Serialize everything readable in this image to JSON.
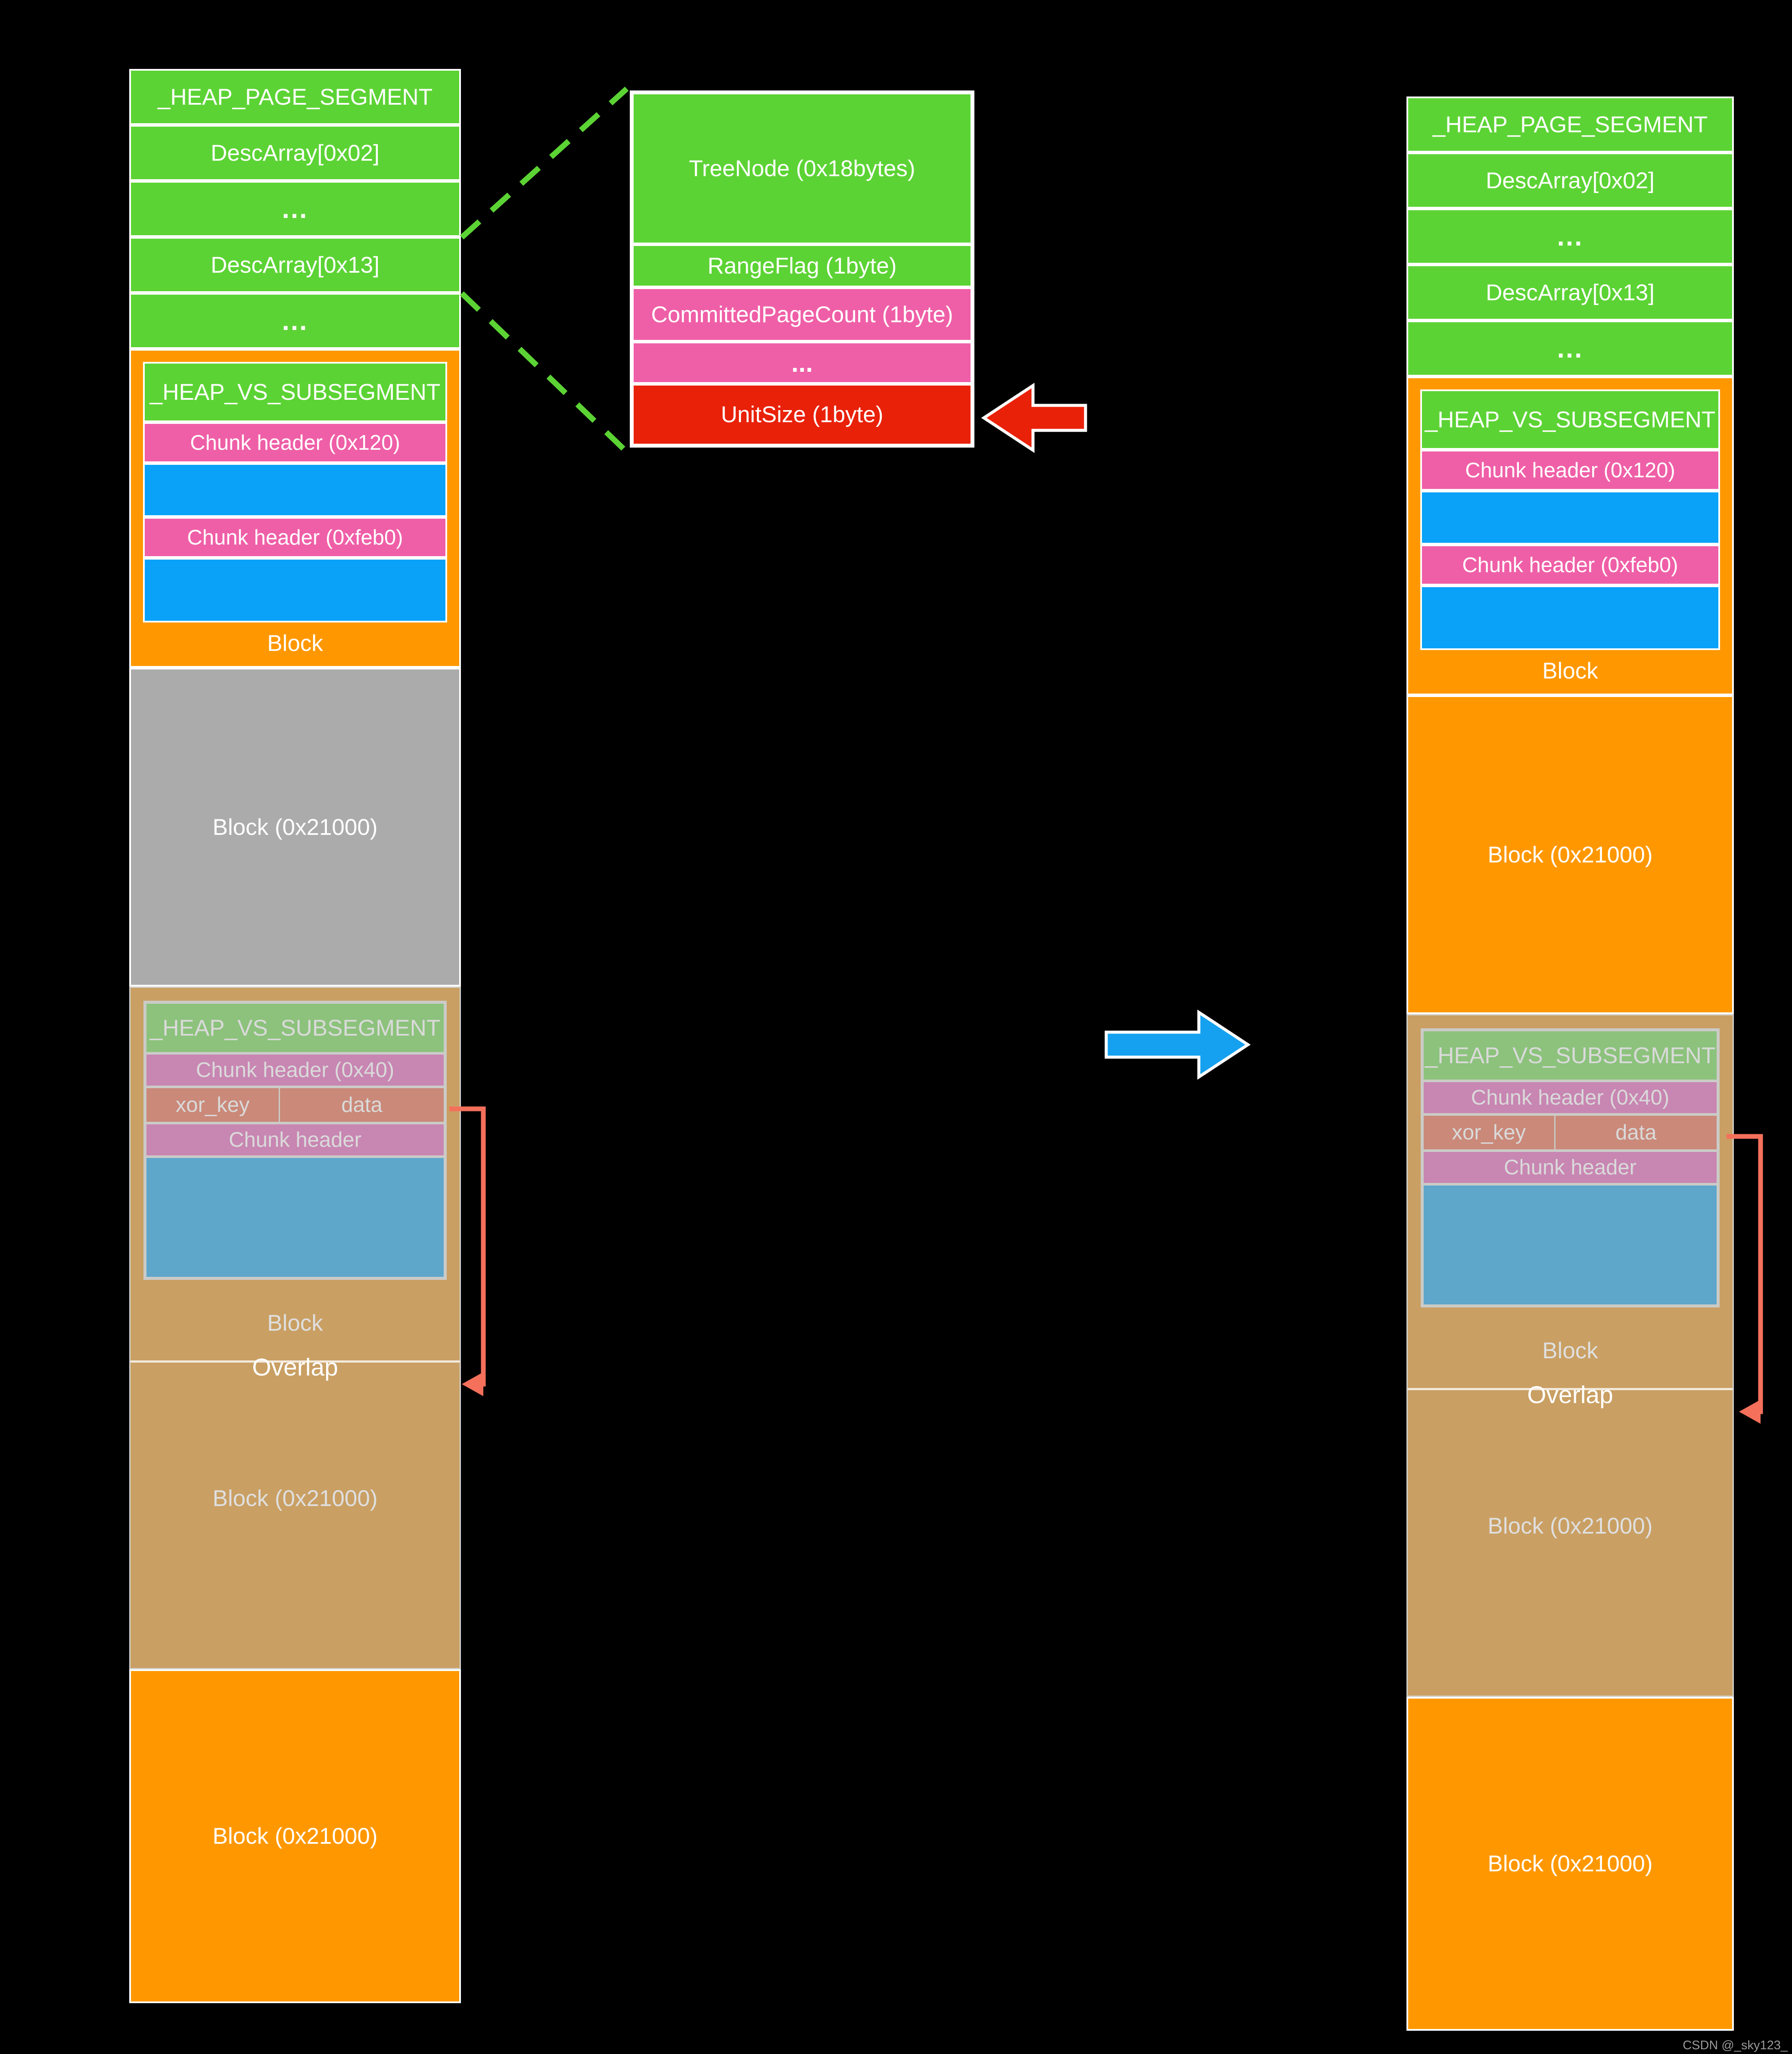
{
  "diagram": {
    "watermark": "CSDN @_sky123_",
    "colors": {
      "background": "#000000",
      "segment_green": "#5CD334",
      "subsegment_orange": "#FF9800",
      "chunk_header_pink": "#EF5FA7",
      "chunk_body_blue": "#0AA2F8",
      "unitsize_red": "#E92109",
      "free_block_gray": "#ABABAB",
      "overlapped_tan": "#C99F63",
      "faded_green": "#8CC27C",
      "faded_pink": "#C886B2",
      "xor_salmon": "#CA8979",
      "faded_blue": "#5FA6CB",
      "overlap_connector_red": "#F4705B",
      "transform_arrow_blue": "#16A1F0"
    },
    "column": {
      "segment_rows": [
        "_HEAP_PAGE_SEGMENT",
        "DescArray[0x02]",
        "...",
        "DescArray[0x13]",
        "..."
      ],
      "vs_subsegment": {
        "title": "_HEAP_VS_SUBSEGMENT",
        "chunk_header_1": "Chunk header (0x120)",
        "chunk_header_2": "Chunk header (0xfeb0)",
        "block_label": "Block"
      },
      "mid_block_label": "Block (0x21000)",
      "overlapped_subsegment": {
        "title": "_HEAP_VS_SUBSEGMENT",
        "chunk_header_1": "Chunk header (0x40)",
        "xor_key_label": "xor_key",
        "data_label": "data",
        "chunk_header_2": "Chunk header",
        "block_label": "Block",
        "overlap_label": "Overlap",
        "overlapping_block_label": "Block (0x21000)"
      },
      "bottom_block_label": "Block (0x21000)"
    },
    "detail_box": {
      "rows": [
        {
          "label": "TreeNode (0x18bytes)"
        },
        {
          "label": "RangeFlag (1byte)"
        },
        {
          "label": "CommittedPageCount (1byte)"
        },
        {
          "label": "..."
        },
        {
          "label": "UnitSize (1byte)"
        }
      ]
    }
  }
}
